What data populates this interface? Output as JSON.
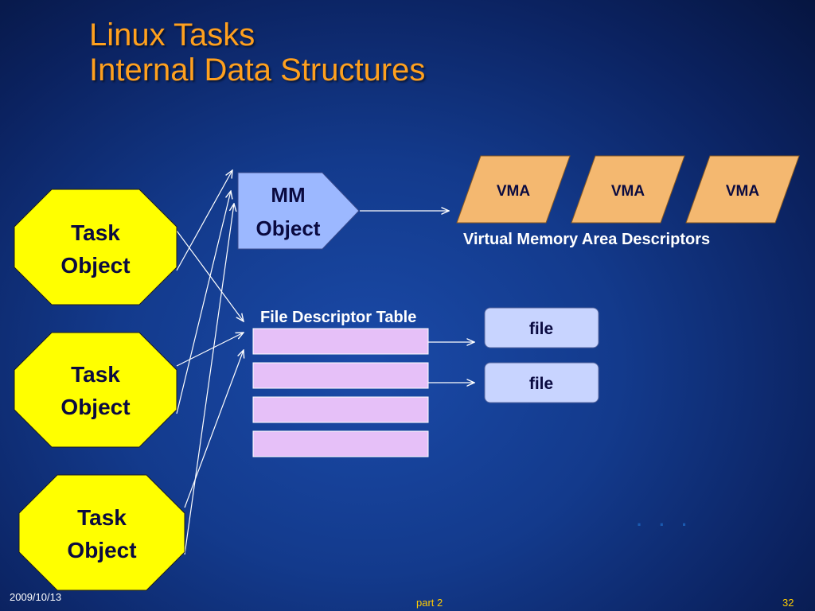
{
  "slide": {
    "title_line1": "Linux Tasks",
    "title_line2": "Internal Data Structures"
  },
  "tasks": [
    {
      "label_line1": "Task",
      "label_line2": "Object"
    },
    {
      "label_line1": "Task",
      "label_line2": "Object"
    },
    {
      "label_line1": "Task",
      "label_line2": "Object"
    }
  ],
  "mm_object": {
    "line1": "MM",
    "line2": "Object"
  },
  "vmas": [
    {
      "label": "VMA"
    },
    {
      "label": "VMA"
    },
    {
      "label": "VMA"
    }
  ],
  "vma_caption": "Virtual Memory Area Descriptors",
  "fd_table": {
    "title": "File Descriptor Table",
    "row_count": 4
  },
  "files": [
    {
      "label": "file"
    },
    {
      "label": "file"
    }
  ],
  "ellipsis": ". . .",
  "footer": {
    "date": "2009/10/13",
    "part": "part 2",
    "page": "32"
  },
  "colors": {
    "title": "#ffa01e",
    "task_fill": "#ffff00",
    "mm_fill": "#9cb8ff",
    "vma_fill": "#f4b870",
    "fd_row_fill": "#e6c0f8",
    "file_fill": "#c8d4ff",
    "footer_accent": "#ffcc00"
  }
}
